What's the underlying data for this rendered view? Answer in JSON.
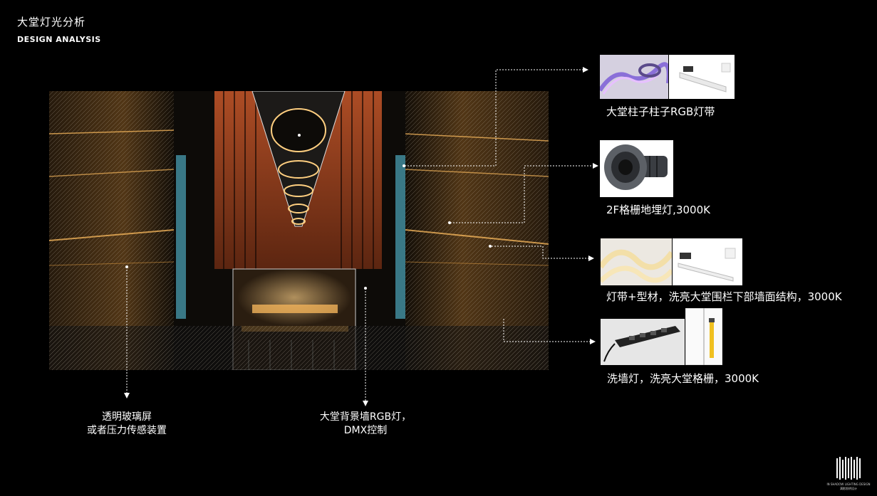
{
  "header": {
    "title_cn": "大堂灯光分析",
    "title_en": "DESIGN ANALYSIS"
  },
  "callouts": [
    {
      "caption": "大堂柱子柱子RGB灯带"
    },
    {
      "caption": "2F格栅地埋灯,3000K"
    },
    {
      "caption": "灯带+型材，洗亮大堂围栏下部墙面结构，3000K"
    },
    {
      "caption": "洗墙灯，洗亮大堂格栅，3000K"
    }
  ],
  "bottom_callouts": [
    {
      "line1": "透明玻璃屏",
      "line2": "或者压力传感装置"
    },
    {
      "line1": "大堂背景墙RGB灯，",
      "line2": "DMX控制"
    }
  ],
  "logo": {
    "text_en": "IN SHADOW LIGHTING DESIGN",
    "text_cn": "满影照明设计"
  },
  "colors": {
    "background": "#000000",
    "accent_orange": "#e0703a",
    "accent_cyan": "#5fd3ee",
    "warm_light": "#f1b35a"
  }
}
